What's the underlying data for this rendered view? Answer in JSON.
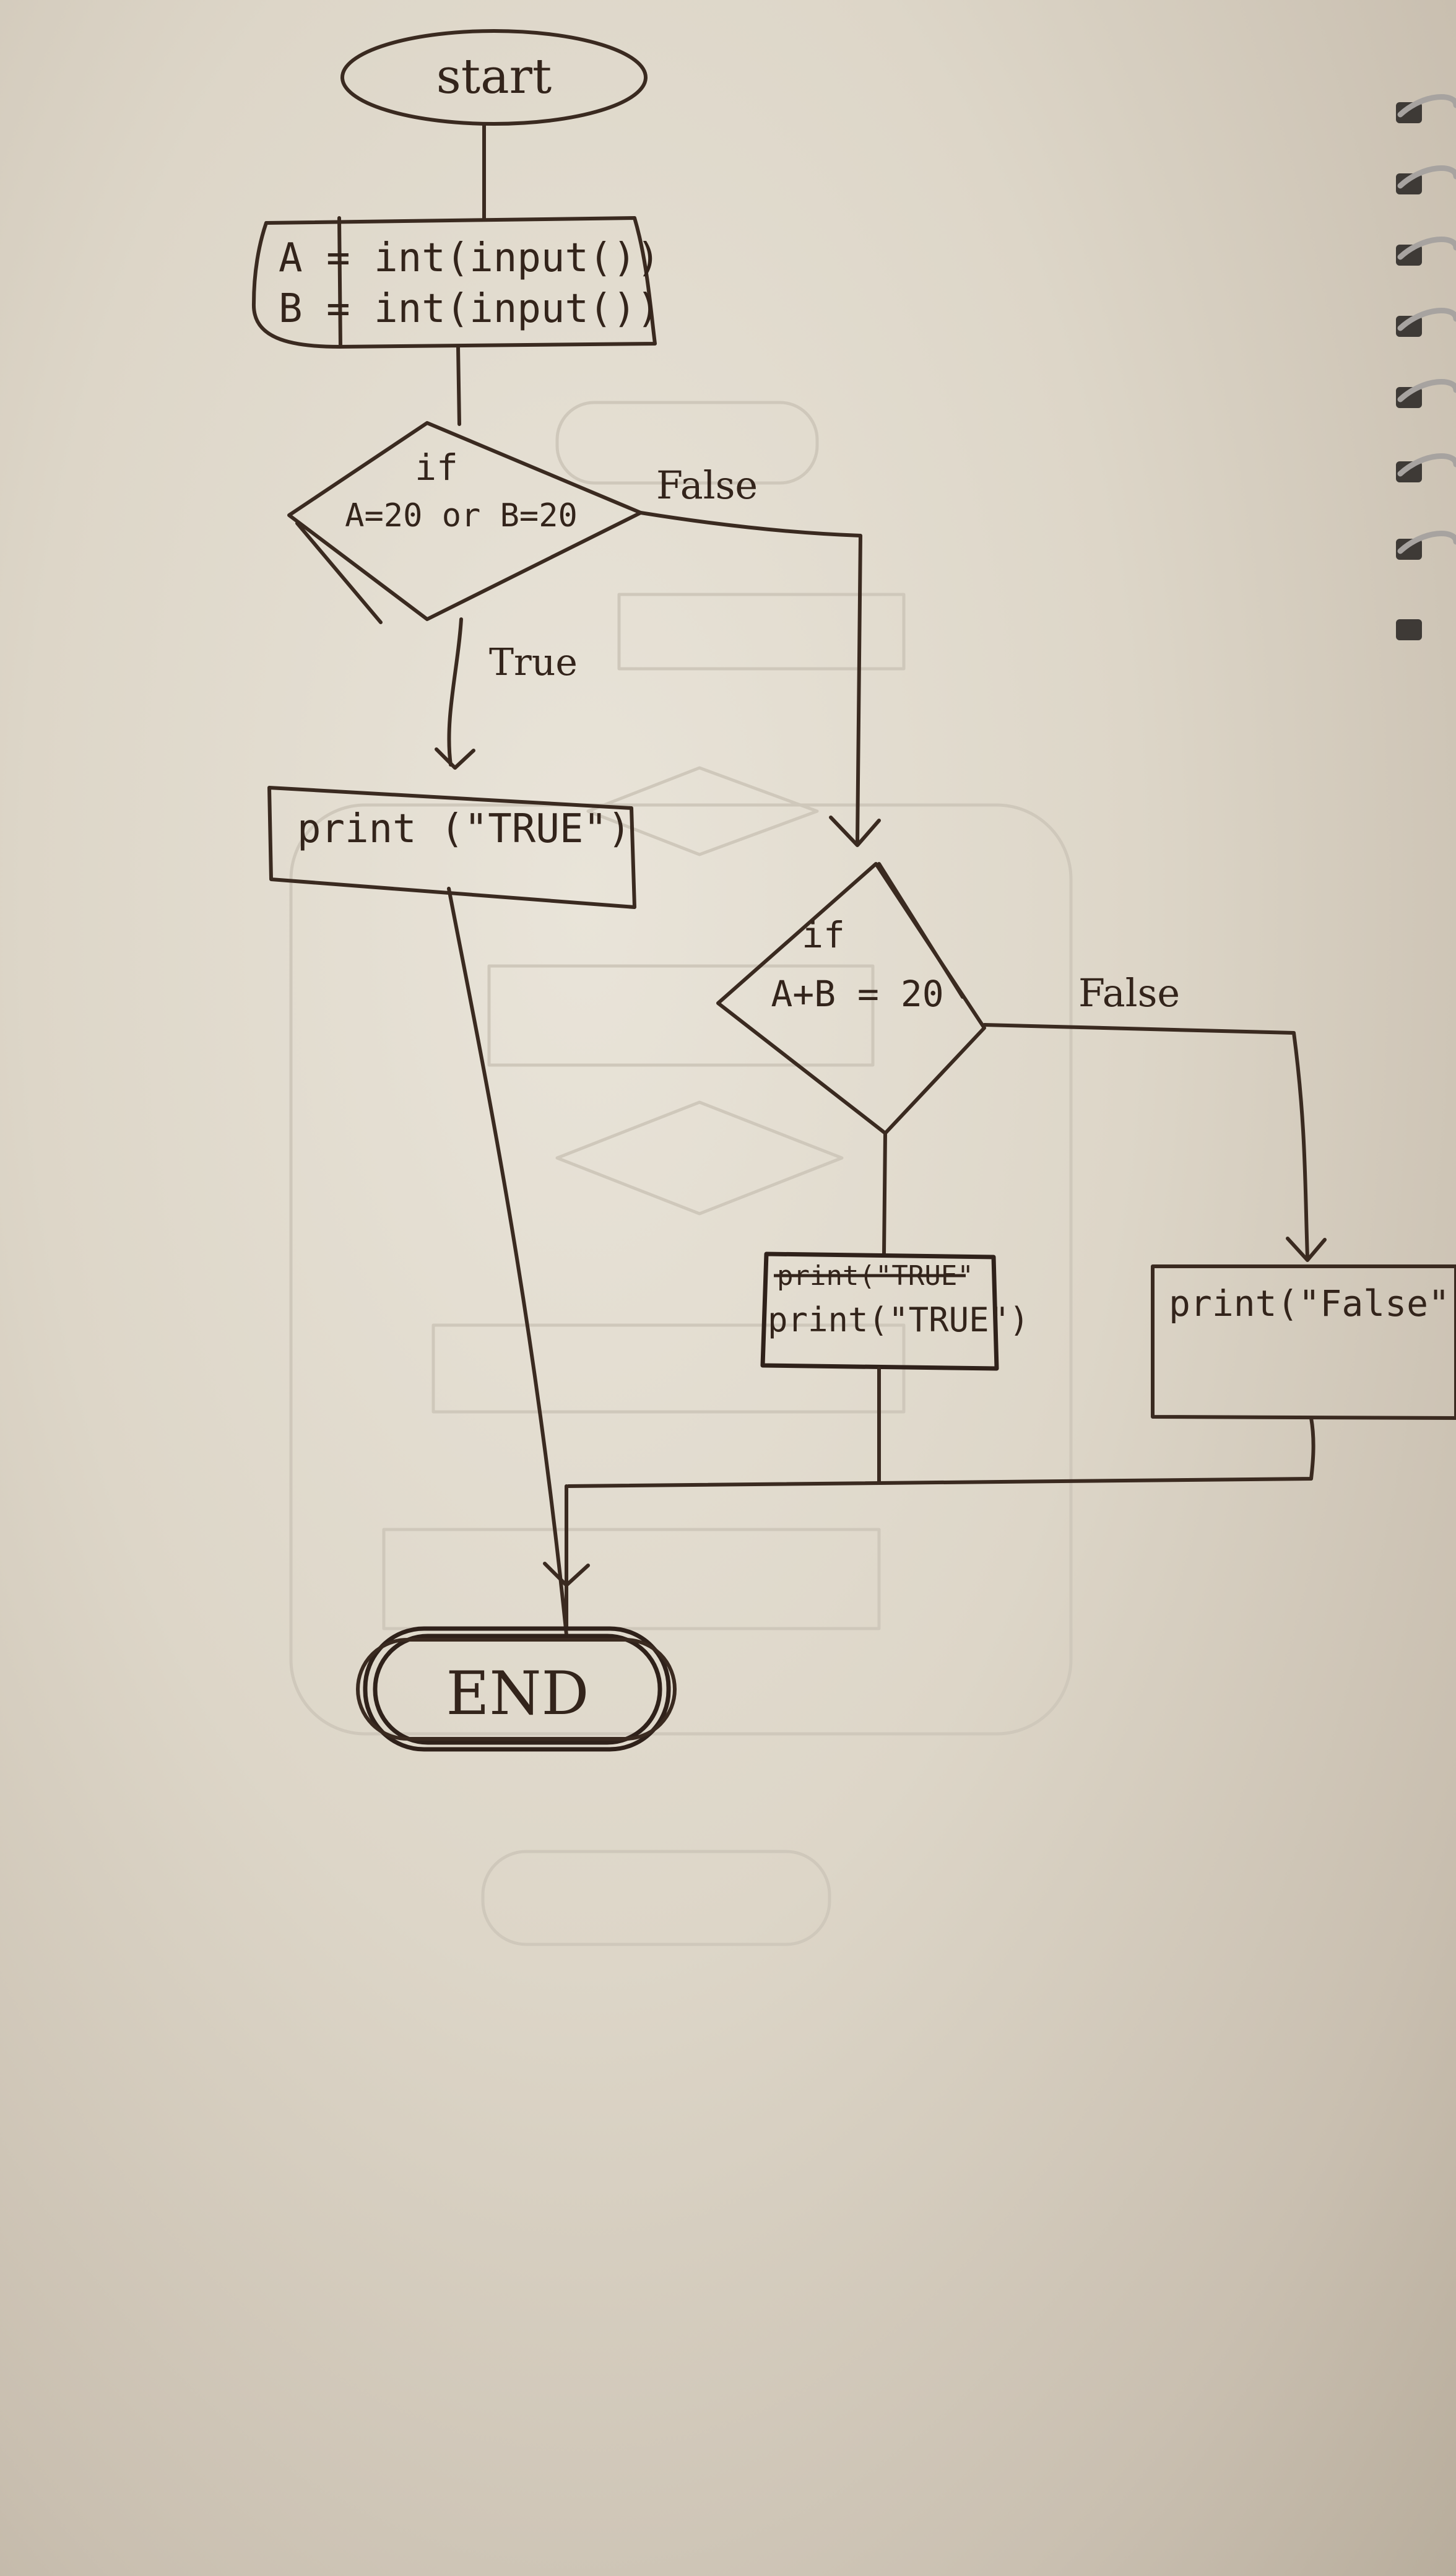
{
  "diagram": {
    "start_label": "start",
    "input_lines": [
      "A = int(input())",
      "B = int(input())"
    ],
    "decision1": {
      "keyword": "if",
      "condition": "A=20 or B=20"
    },
    "branch_false_1": "False",
    "branch_true_1": "True",
    "print_true_1": "print (\"TRUE\")",
    "decision2": {
      "keyword": "if",
      "condition": "A+B = 20"
    },
    "branch_false_2": "False",
    "print_true_2_struck": "print(\"TRUE\"",
    "print_true_2": "print(\"TRUE\")",
    "print_false": "print(\"False\")",
    "end_label": "END"
  },
  "colors": {
    "ink": "#3a2a20",
    "paper": "#e6e0d4",
    "background": "#b9ac9a"
  }
}
